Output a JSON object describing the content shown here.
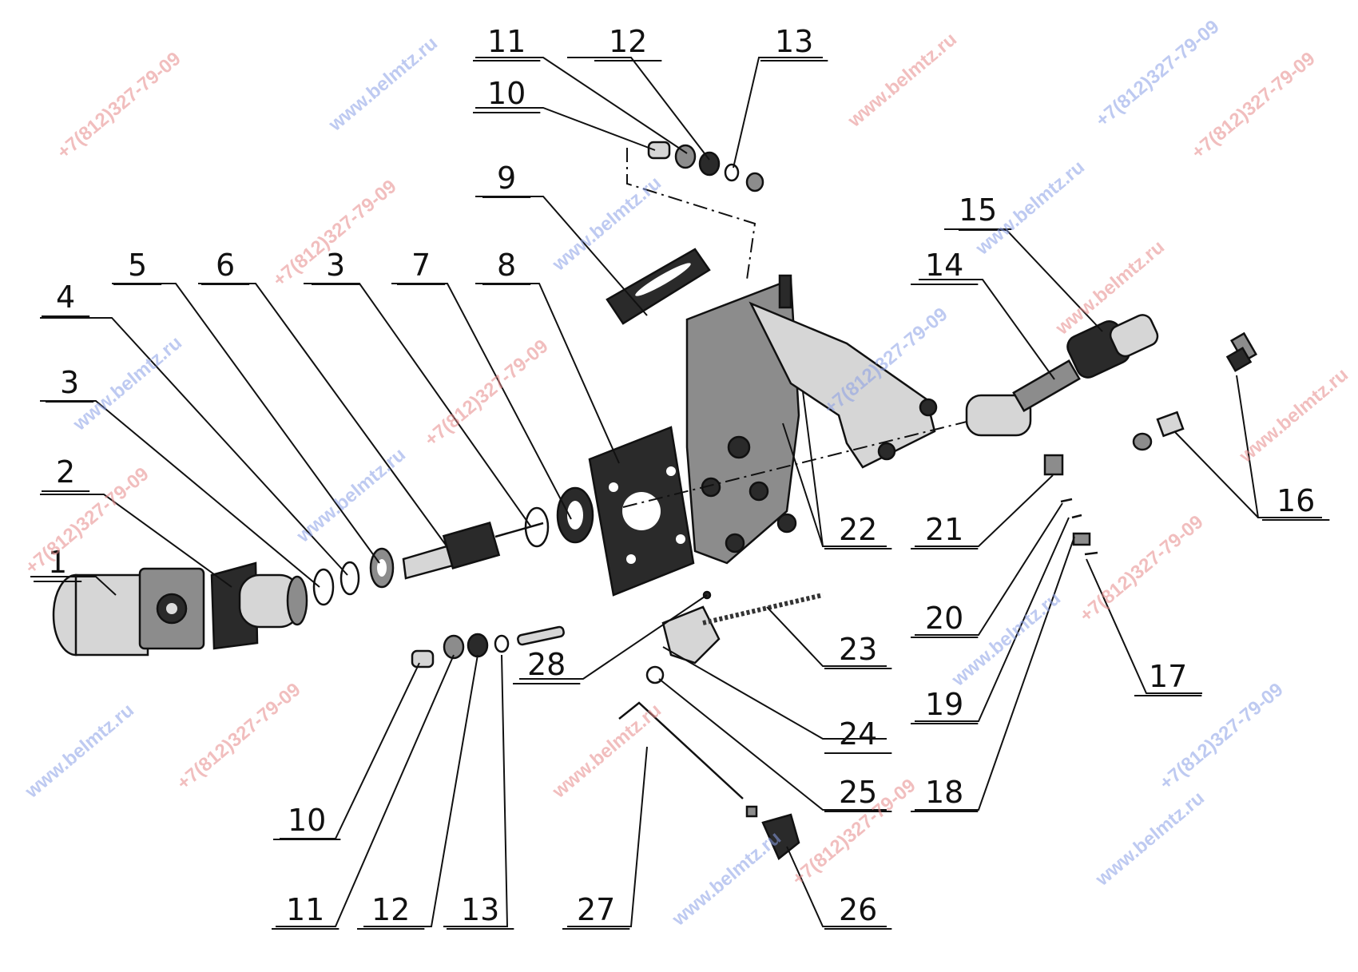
{
  "diagram": {
    "callouts": [
      "1",
      "2",
      "3",
      "3",
      "4",
      "5",
      "6",
      "7",
      "8",
      "9",
      "10",
      "10",
      "11",
      "11",
      "12",
      "12",
      "13",
      "13",
      "14",
      "15",
      "16",
      "17",
      "18",
      "19",
      "20",
      "21",
      "22",
      "23",
      "24",
      "25",
      "26",
      "27",
      "28"
    ],
    "watermarks": {
      "site": "www.belmtz.ru",
      "phone": "+7(812)327-79-09"
    },
    "colors": {
      "line": "#111111",
      "watermark_red": "#e78a8a",
      "watermark_blue": "#8a9fe6"
    }
  }
}
